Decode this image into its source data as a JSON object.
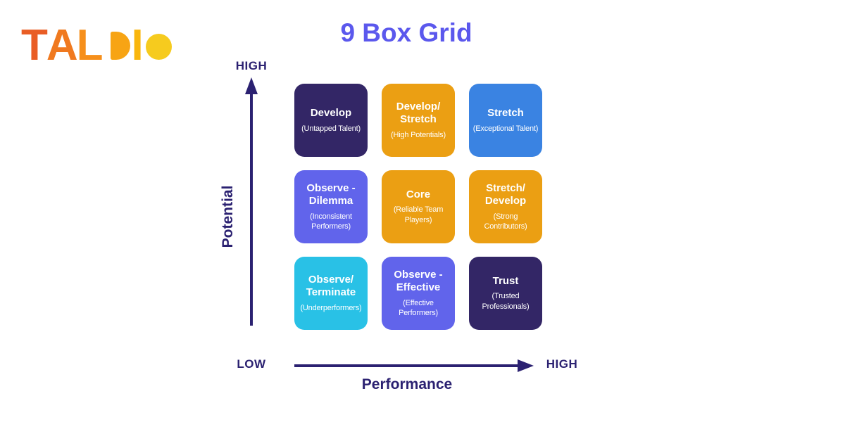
{
  "title": "9 Box Grid",
  "logo": {
    "name": "TALDIO",
    "letters": [
      {
        "char": "T",
        "color": "#E95D25",
        "shape": "text"
      },
      {
        "char": "A",
        "color": "#F0791F",
        "shape": "text"
      },
      {
        "char": "L",
        "color": "#F68F1B",
        "shape": "text"
      },
      {
        "char": "D",
        "color": "#F7A414",
        "shape": "half-disc"
      },
      {
        "char": "I",
        "color": "#F9B60D",
        "shape": "text"
      },
      {
        "char": "O",
        "color": "#F6CB1E",
        "shape": "circle"
      }
    ]
  },
  "axes": {
    "color": "#2B2171",
    "y": {
      "label": "Potential",
      "high_label": "HIGH"
    },
    "x": {
      "label": "Performance",
      "low_label": "LOW",
      "high_label": "HIGH"
    }
  },
  "theme": {
    "background": "#FFFFFF",
    "title_color": "#5B58ED",
    "cell_text_color": "#FFFFFF",
    "dark_purple": "#332666",
    "orange": "#EB9F13",
    "blue": "#3A83E2",
    "periwinkle": "#6164EB",
    "cyan": "#29C1E6"
  },
  "grid": {
    "rows": 3,
    "cols": 3,
    "cells": [
      {
        "id": "develop",
        "title": "Develop",
        "subtitle": "(Untapped Talent)",
        "bg": "#332666"
      },
      {
        "id": "develop-stretch",
        "title": "Develop/ Stretch",
        "subtitle": "(High Potentials)",
        "bg": "#EB9F13"
      },
      {
        "id": "stretch",
        "title": "Stretch",
        "subtitle": "(Exceptional Talent)",
        "bg": "#3A83E2"
      },
      {
        "id": "observe-dilemma",
        "title": "Observe - Dilemma",
        "subtitle": "(Inconsistent Performers)",
        "bg": "#6164EB"
      },
      {
        "id": "core",
        "title": "Core",
        "subtitle": "(Reliable Team Players)",
        "bg": "#EB9F13"
      },
      {
        "id": "stretch-develop",
        "title": "Stretch/ Develop",
        "subtitle": "(Strong Contributors)",
        "bg": "#EB9F13"
      },
      {
        "id": "observe-terminate",
        "title": "Observe/ Terminate",
        "subtitle": "(Underperformers)",
        "bg": "#29C1E6"
      },
      {
        "id": "observe-effective",
        "title": "Observe - Effective",
        "subtitle": "(Effective Performers)",
        "bg": "#6164EB"
      },
      {
        "id": "trust",
        "title": "Trust",
        "subtitle": "(Trusted Professionals)",
        "bg": "#332666"
      }
    ]
  }
}
